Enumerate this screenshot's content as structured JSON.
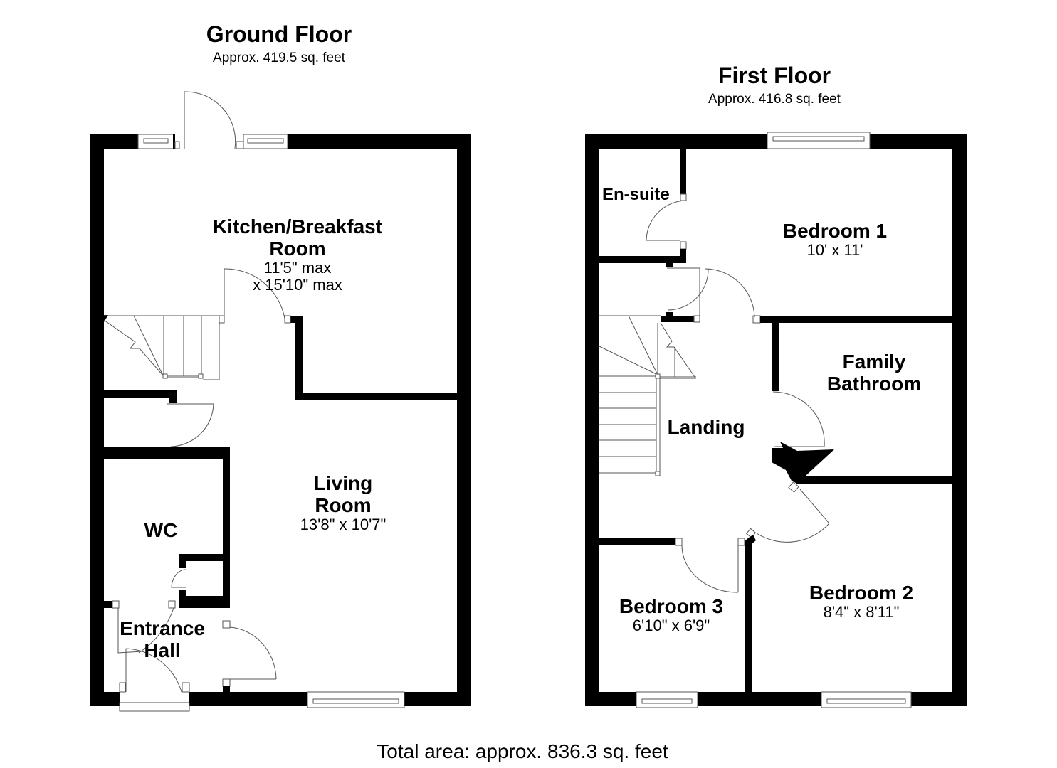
{
  "ground_floor": {
    "title": "Ground Floor",
    "area": "Approx. 419.5 sq. feet",
    "rooms": {
      "kitchen": {
        "name_line1": "Kitchen/Breakfast",
        "name_line2": "Room",
        "dim_line1": "11'5\" max",
        "dim_line2": "x 15'10\" max"
      },
      "living": {
        "name_line1": "Living",
        "name_line2": "Room",
        "dim": "13'8\" x 10'7\""
      },
      "wc": {
        "name": "WC"
      },
      "entrance": {
        "name_line1": "Entrance",
        "name_line2": "Hall"
      }
    }
  },
  "first_floor": {
    "title": "First Floor",
    "area": "Approx. 416.8 sq. feet",
    "rooms": {
      "ensuite": {
        "name": "En-suite"
      },
      "bedroom1": {
        "name": "Bedroom 1",
        "dim": "10' x 11'"
      },
      "bathroom": {
        "name_line1": "Family",
        "name_line2": "Bathroom"
      },
      "landing": {
        "name": "Landing"
      },
      "bedroom2": {
        "name": "Bedroom 2",
        "dim": "8'4\" x 8'11\""
      },
      "bedroom3": {
        "name": "Bedroom 3",
        "dim": "6'10\" x 6'9\""
      }
    }
  },
  "total_area": "Total area: approx. 836.3 sq. feet"
}
